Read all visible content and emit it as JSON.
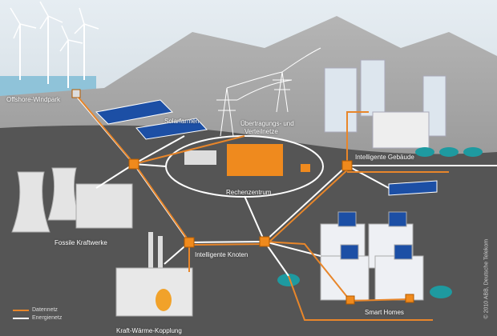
{
  "labels": {
    "offshore": "Offshore-Windpark",
    "solar": "Solarfarmen",
    "grid_line1": "Übertragungs- und",
    "grid_line2": "Verteilnetze",
    "datacenter": "Rechenzentrum",
    "buildings": "Intelligente Gebäude",
    "fossil": "Fossile Kraftwerke",
    "nodes": "Intelligente Knoten",
    "smarthomes": "Smart Homes",
    "chp": "Kraft-Wärme-Kopplung"
  },
  "legend": [
    {
      "label": "Datennetz",
      "color": "#e8862a"
    },
    {
      "label": "Energienetz",
      "color": "#ffffff"
    }
  ],
  "copyright": "© 2010 ABB, Deutsche Telekom"
}
